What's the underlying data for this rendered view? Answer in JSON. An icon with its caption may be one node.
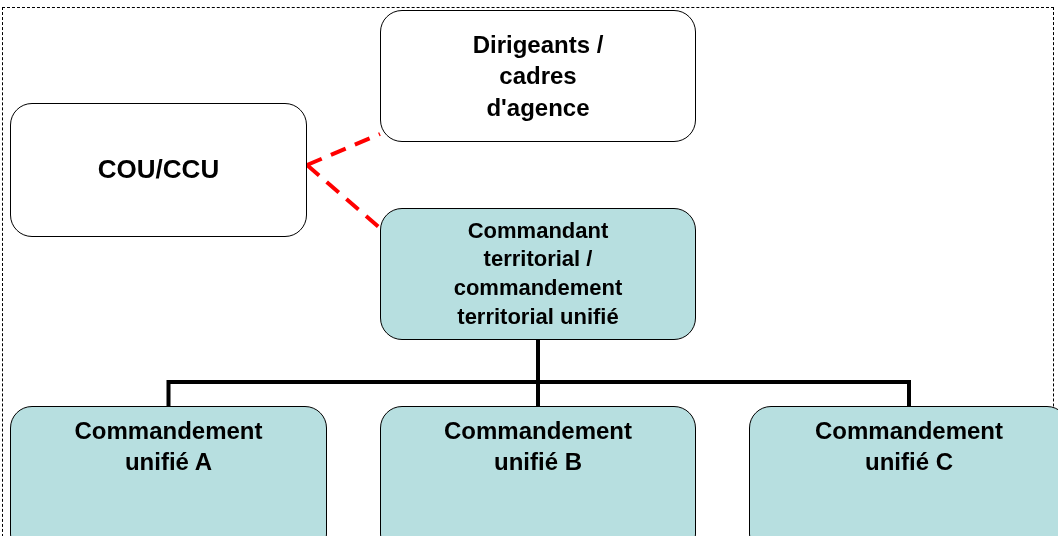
{
  "diagram": {
    "nodes": [
      {
        "text": [
          "Dirigeants / cadres d'agence"
        ]
      },
      {
        "text": [
          "COU/CCU"
        ]
      },
      {
        "text": [
          "Commandant territorial / commandement territorial unifié"
        ]
      },
      {
        "text": [
          "Commandement unifié A"
        ]
      },
      {
        "text": [
          "Commandement unifié B"
        ]
      },
      {
        "text": [
          "Commandement unifié C"
        ]
      }
    ],
    "edges": [
      {
        "from": 1,
        "to": 0,
        "arrow": "none",
        "style": "dashed",
        "color": "#ff0000"
      },
      {
        "from": 1,
        "to": 2,
        "arrow": "none",
        "style": "dashed",
        "color": "#ff0000"
      },
      {
        "from": 2,
        "to": 3,
        "arrow": "none"
      },
      {
        "from": 2,
        "to": 4,
        "arrow": "none"
      },
      {
        "from": 2,
        "to": 5,
        "arrow": "none"
      }
    ]
  }
}
